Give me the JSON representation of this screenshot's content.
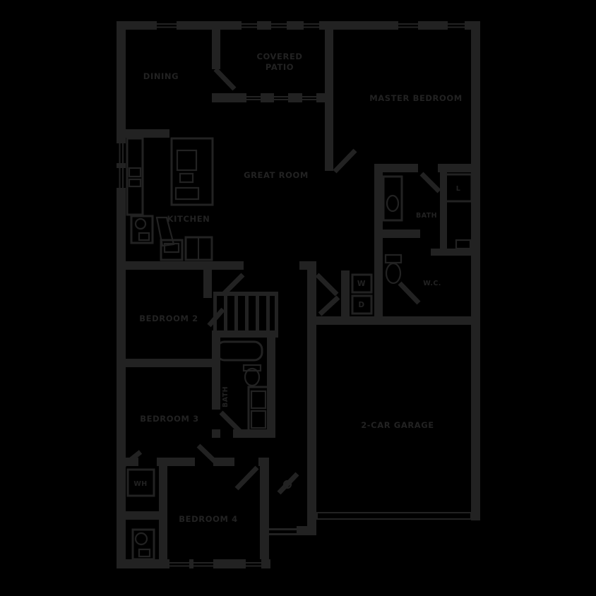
{
  "colors": {
    "background": "#000000",
    "ink": "#222222"
  },
  "plan": {
    "type": "floor-plan",
    "labels": {
      "dining": "DINING",
      "covered_patio_line1": "COVERED",
      "covered_patio_line2": "PATIO",
      "master_bedroom": "MASTER BEDROOM",
      "great_room": "GREAT ROOM",
      "kitchen": "KITCHEN",
      "master_bath": "BATH",
      "water_closet": "W.C.",
      "linen": "L",
      "washer": "W",
      "dryer": "D",
      "bedroom_2": "BEDROOM 2",
      "hall_bath": "BATH",
      "bedroom_3": "BEDROOM 3",
      "bedroom_4": "BEDROOM 4",
      "water_heater": "WH",
      "garage": "2-CAR GARAGE"
    }
  }
}
